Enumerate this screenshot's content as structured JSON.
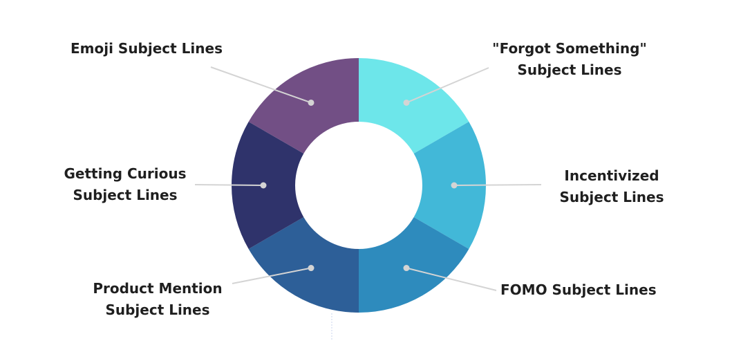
{
  "chart_data": {
    "type": "pie",
    "donut": true,
    "segments": [
      {
        "lines": [
          "\"Forgot Something\"",
          "Subject Lines"
        ],
        "value": 1,
        "color": "#6de6ea"
      },
      {
        "lines": [
          "Incentivized",
          "Subject Lines"
        ],
        "value": 1,
        "color": "#42b8d8"
      },
      {
        "lines": [
          "FOMO Subject Lines"
        ],
        "value": 1,
        "color": "#2e8bbd"
      },
      {
        "lines": [
          "Product Mention",
          "Subject Lines"
        ],
        "value": 1,
        "color": "#2d5f98"
      },
      {
        "lines": [
          "Getting Curious",
          "Subject Lines"
        ],
        "value": 1,
        "color": "#2f336b"
      },
      {
        "lines": [
          "Emoji Subject Lines"
        ],
        "value": 1,
        "color": "#724f85"
      }
    ],
    "leader_color": "#d4d4d4"
  }
}
